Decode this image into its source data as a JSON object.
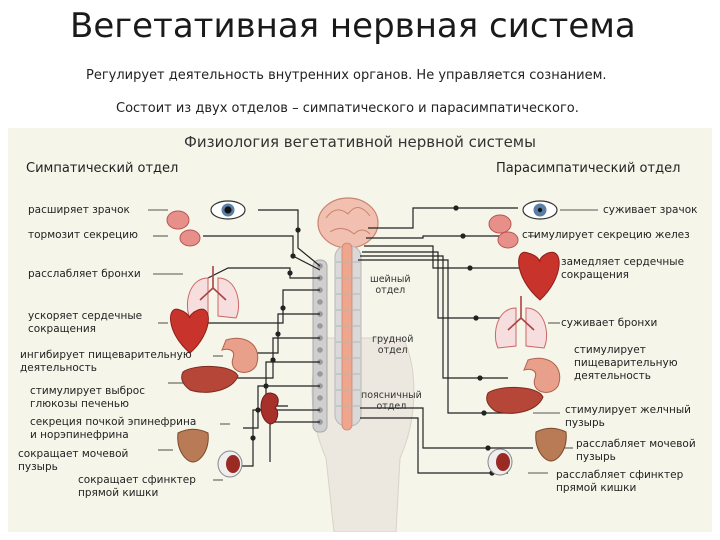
{
  "slide": {
    "title": "Вегетативная нервная система",
    "line1": "Регулирует деятельность внутренних органов. Не управляется сознанием.",
    "line2": "Состоит из двух отделов – симпатического и парасимпатического."
  },
  "figure": {
    "title": "Физиология вегетативной нервной системы",
    "left_header": "Симпатический отдел",
    "right_header": "Парасимпатический отдел",
    "sympathetic": [
      "расширяет зрачок",
      "тормозит секрецию",
      "расслабляет бронхи",
      "ускоряет сердечные\nсокращения",
      "ингибирует пищеварительную\nдеятельность",
      "стимулирует выброс\nглюкозы печенью",
      "секреция почкой эпинефрина\nи норэпинефрина",
      "сокращает мочевой\nпузырь",
      "сокращает сфинктер\nпрямой кишки"
    ],
    "parasympathetic": [
      "суживает зрачок",
      "стимулирует секрецию желез",
      "замедляет сердечные\nсокращения",
      "суживает бронхи",
      "стимулирует\nпищеварительную\nдеятельность",
      "стимулирует желчный\nпузырь",
      "расслабляет мочевой\nпузырь",
      "расслабляет сфинктер\nпрямой кишки"
    ],
    "segments": {
      "cervical": "шейный\nотдел",
      "thoracic": "грудной\nотдел",
      "lumbar": "поясничный\nотдел"
    }
  },
  "colors": {
    "panel_bg": "#f5f5ea",
    "organ_red": "#c8342c",
    "brain_pink": "#f2c0b0",
    "spine": "#c9c9c9",
    "nerve_line": "#222222"
  }
}
